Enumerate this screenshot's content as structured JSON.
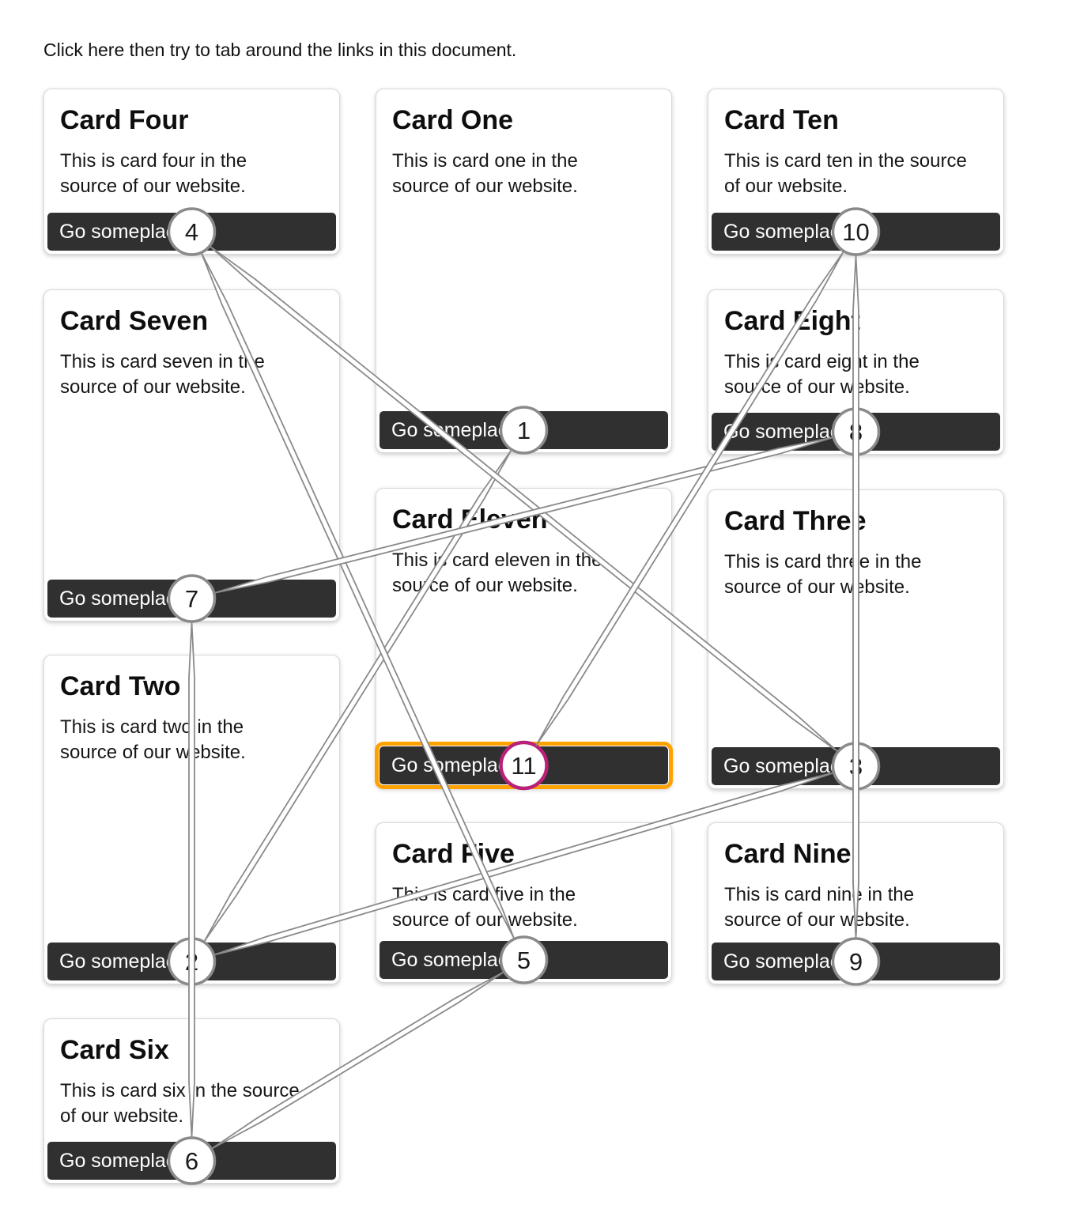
{
  "instruction": "Click here then try to tab around the links in this document.",
  "cards": {
    "four": {
      "title": "Card Four",
      "body": "This is card four in the source of our website.",
      "button_label": "Go someplace",
      "focused": false
    },
    "seven": {
      "title": "Card Seven",
      "body": "This is card seven in the source of our website.",
      "button_label": "Go someplace",
      "focused": false
    },
    "two": {
      "title": "Card Two",
      "body": "This is card two in the source of our website.",
      "button_label": "Go someplace",
      "focused": false
    },
    "six": {
      "title": "Card Six",
      "body": "This is card six in the source of our website.",
      "button_label": "Go someplace",
      "focused": false
    },
    "one": {
      "title": "Card One",
      "body": "This is card one in the source of our website.",
      "button_label": "Go someplace",
      "focused": false
    },
    "eleven": {
      "title": "Card Eleven",
      "body": "This is card eleven in the source of our website.",
      "button_label": "Go someplace",
      "focused": true
    },
    "five": {
      "title": "Card Five",
      "body": "This is card five in the source of our website.",
      "button_label": "Go someplace",
      "focused": false
    },
    "ten": {
      "title": "Card Ten",
      "body": "This is card ten in the source of our website.",
      "button_label": "Go someplace",
      "focused": false
    },
    "eight": {
      "title": "Card Eight",
      "body": "This is card eight in the source of our website.",
      "button_label": "Go someplace",
      "focused": false
    },
    "three": {
      "title": "Card Three",
      "body": "This is card three in the source of our website.",
      "button_label": "Go someplace",
      "focused": false
    },
    "nine": {
      "title": "Card Nine",
      "body": "This is card nine in the source of our website.",
      "button_label": "Go someplace",
      "focused": false
    }
  },
  "tab_order": [
    {
      "n": 1,
      "card": "one",
      "current": false
    },
    {
      "n": 2,
      "card": "two",
      "current": false
    },
    {
      "n": 3,
      "card": "three",
      "current": false
    },
    {
      "n": 4,
      "card": "four",
      "current": false
    },
    {
      "n": 5,
      "card": "five",
      "current": false
    },
    {
      "n": 6,
      "card": "six",
      "current": false
    },
    {
      "n": 7,
      "card": "seven",
      "current": false
    },
    {
      "n": 8,
      "card": "eight",
      "current": false
    },
    {
      "n": 9,
      "card": "nine",
      "current": false
    },
    {
      "n": 10,
      "card": "ten",
      "current": false
    },
    {
      "n": 11,
      "card": "eleven",
      "current": true
    }
  ],
  "colors": {
    "line_border": "#8a8a8a",
    "line_fill": "#ffffff",
    "circle_fill": "#ffffff",
    "circle_border": "#8a8a8a",
    "circle_current_border": "#b92179",
    "circle_number_text": "#1b1b1b",
    "focus_outline": "#ffa200",
    "button_bg": "#303030",
    "button_text": "#ffffff"
  }
}
